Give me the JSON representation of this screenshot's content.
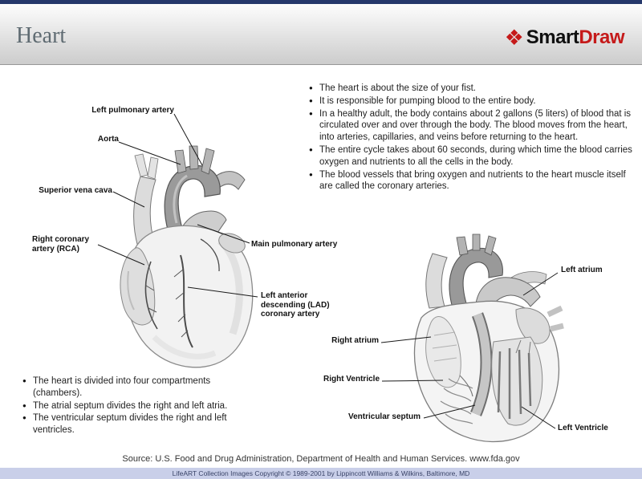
{
  "header": {
    "title": "Heart",
    "logo_icon": "❖",
    "logo_smart": "Smart",
    "logo_draw": "Draw"
  },
  "bullets": {
    "char": "●"
  },
  "colors": {
    "accent_red": "#c51a1a",
    "topbar_navy": "#26386b",
    "footer_bar": "#c9cfe9"
  },
  "facts_top": [
    "The heart is about the size of your fist.",
    "It is responsible for pumping blood to the entire body.",
    "In a healthy adult, the body contains about 2 gallons (5 liters) of blood that is circulated over and over through the body. The blood moves from the heart, into arteries, capillaries, and veins before returning to the heart.",
    "The entire cycle takes about 60 seconds, during which time the blood carries oxygen and nutrients to all the cells in the body.",
    "The blood vessels that bring oxygen and nutrients to the heart muscle itself are called the coronary arteries."
  ],
  "facts_bottom": [
    "The heart is divided into four compartments (chambers).",
    "The atrial septum divides the right and left atria.",
    "The ventricular septum divides the right and left ventricles."
  ],
  "labels_exterior": {
    "left_pulmonary_artery": "Left pulmonary artery",
    "aorta": "Aorta",
    "superior_vena_cava": "Superior vena cava",
    "right_coronary_artery": "Right coronary artery (RCA)",
    "main_pulmonary_artery": "Main pulmonary artery",
    "lad": "Left anterior descending (LAD) coronary artery"
  },
  "labels_section": {
    "left_atrium": "Left atrium",
    "right_atrium": "Right atrium",
    "right_ventricle": "Right Ventricle",
    "ventricular_septum": "Ventricular septum",
    "left_ventricle": "Left Ventricle"
  },
  "footer": {
    "source": "Source: U.S. Food and Drug Administration, Department of Health and Human Services. www.fda.gov",
    "copyright": "LifeART Collection Images Copyright © 1989-2001 by Lippincott Williams & Wilkins, Baltimore, MD"
  }
}
